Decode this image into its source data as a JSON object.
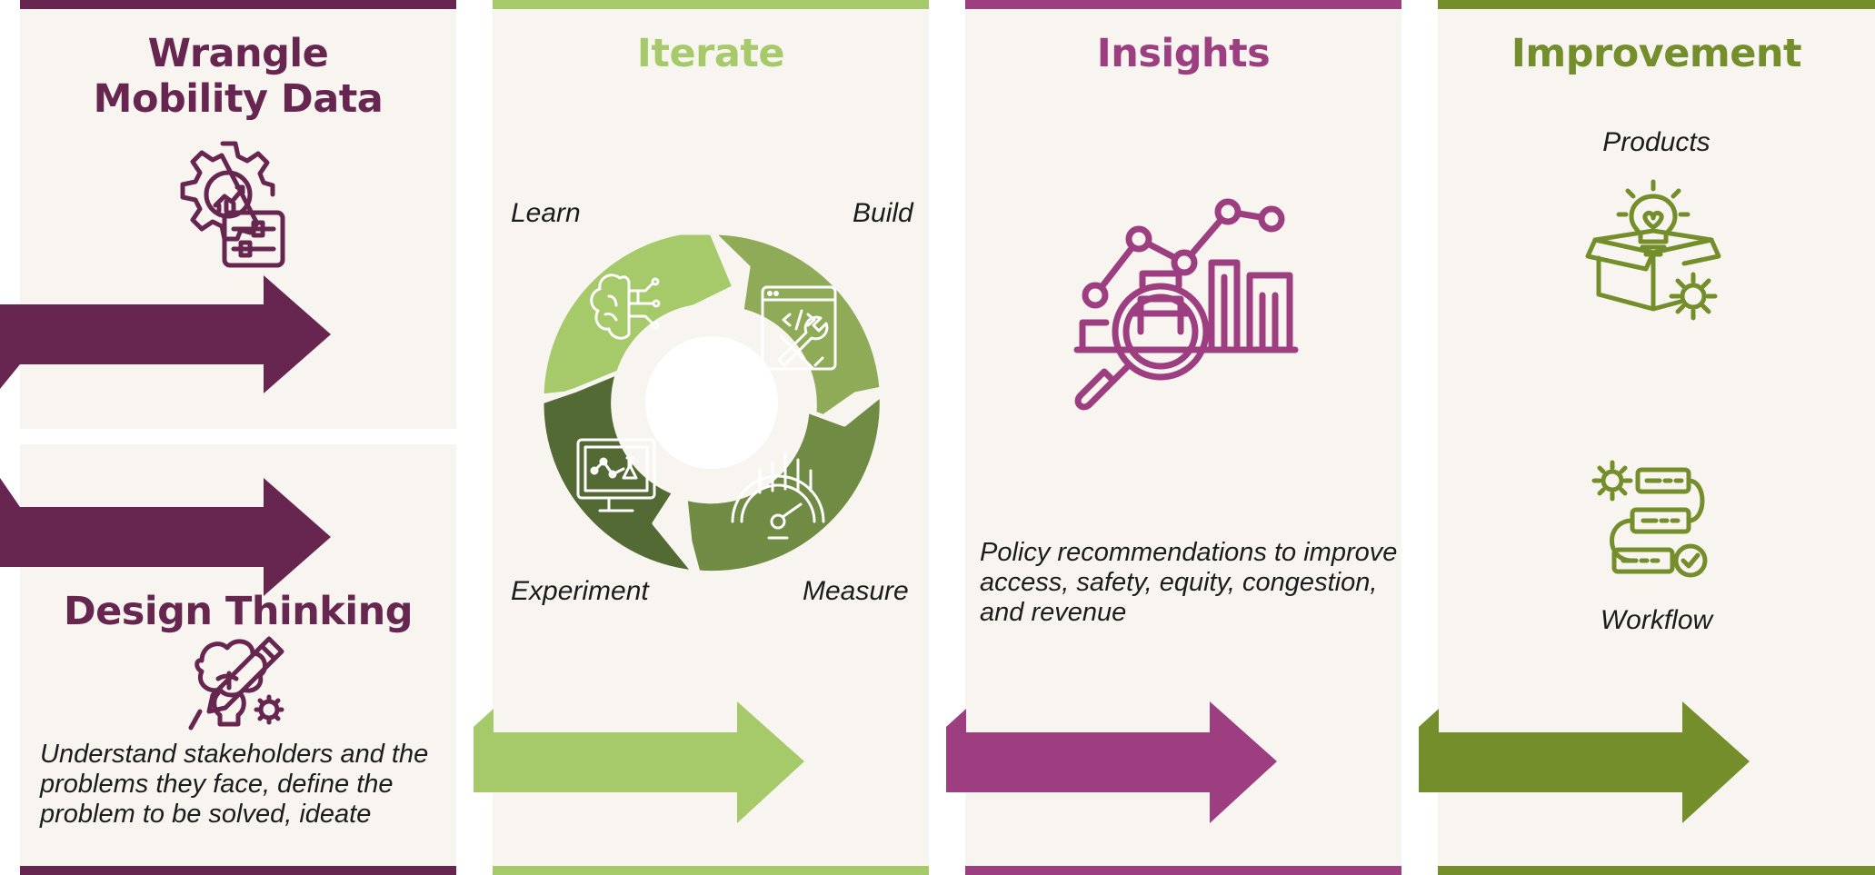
{
  "colors": {
    "plum": "#662650",
    "light_green": "#a6c96a",
    "magenta": "#9c3e80",
    "olive": "#748e2c",
    "panel_bg": "#f8f5f0",
    "cycle_learn": "#a6c96a",
    "cycle_build": "#8fab58",
    "cycle_measure": "#6f8b44",
    "cycle_experiment": "#546a35"
  },
  "wrangle": {
    "title": "Wrangle Mobility Data",
    "icon": "gear-chart-settings-icon"
  },
  "design": {
    "title": "Design Thinking",
    "icon": "brain-pencil-lightbulb-icon",
    "description": "Understand stakeholders and the problems they face, define the problem to be solved, ideate"
  },
  "iterate": {
    "title": "Iterate",
    "stages": [
      "Learn",
      "Build",
      "Measure",
      "Experiment"
    ],
    "icons": [
      "brain-circuit-icon",
      "code-tools-icon",
      "gauge-chart-icon",
      "monitor-experiment-icon"
    ]
  },
  "insights": {
    "title": "Insights",
    "icon": "magnifier-chart-icon",
    "description": "Policy recommendations to improve access, safety, equity, congestion, and revenue"
  },
  "improvement": {
    "title": "Improvement",
    "items": [
      {
        "label": "Products",
        "icon": "lightbulb-box-gear-icon"
      },
      {
        "label": "Workflow",
        "icon": "workflow-gears-icon"
      }
    ]
  }
}
